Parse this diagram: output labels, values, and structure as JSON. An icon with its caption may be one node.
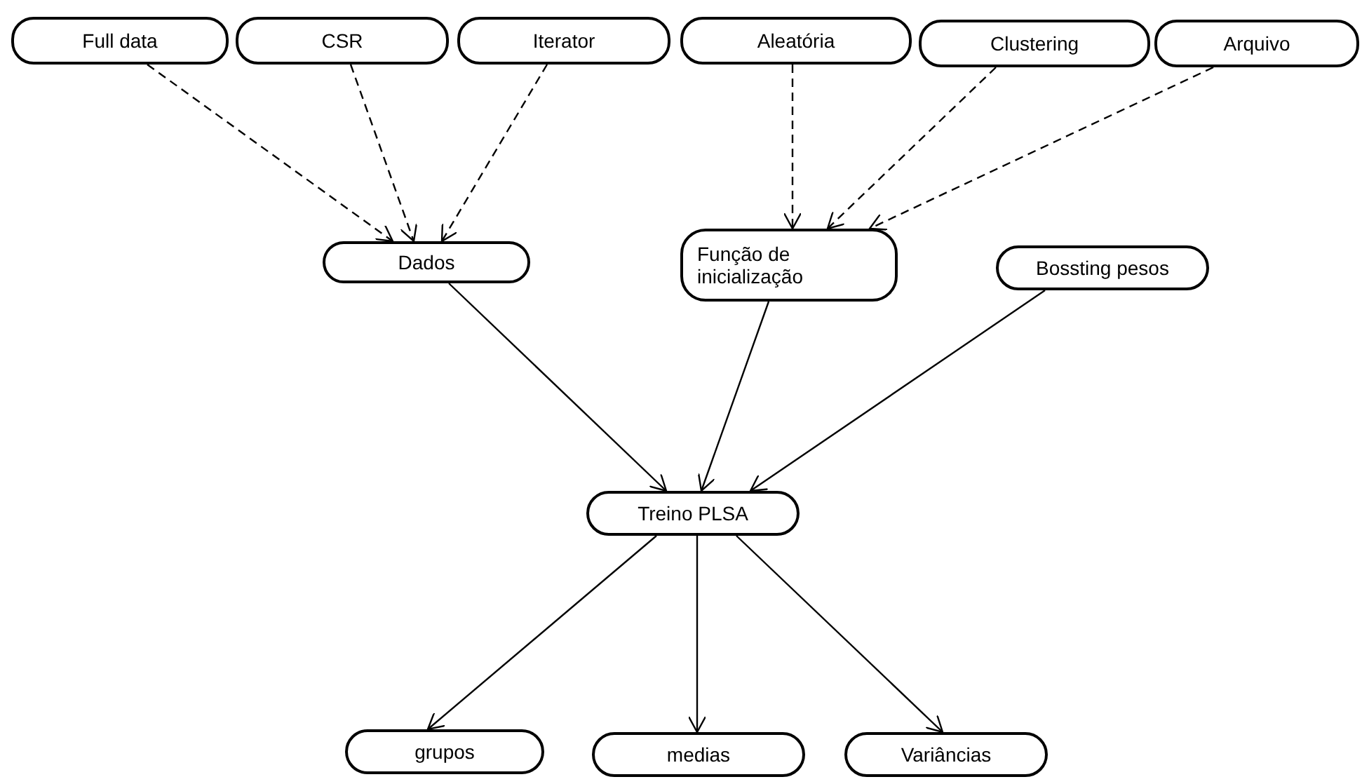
{
  "diagram": {
    "nodes": [
      {
        "text": [
          "Full data"
        ]
      },
      {
        "text": [
          "CSR"
        ]
      },
      {
        "text": [
          "Iterator"
        ]
      },
      {
        "text": [
          "Aleatória"
        ]
      },
      {
        "text": [
          "Clustering"
        ]
      },
      {
        "text": [
          "Arquivo"
        ]
      },
      {
        "text": [
          "Dados"
        ]
      },
      {
        "text": [
          "Função de inicialização"
        ]
      },
      {
        "text": [
          "Bossting pesos"
        ]
      },
      {
        "text": [
          "Treino PLSA"
        ]
      },
      {
        "text": [
          "grupos"
        ]
      },
      {
        "text": [
          "medias"
        ]
      },
      {
        "text": [
          "Variâncias"
        ]
      }
    ],
    "edges": [
      {
        "from": 0,
        "to": 6,
        "arrow": "to",
        "style": "dashed"
      },
      {
        "from": 1,
        "to": 6,
        "arrow": "to",
        "style": "dashed"
      },
      {
        "from": 2,
        "to": 6,
        "arrow": "to",
        "style": "dashed"
      },
      {
        "from": 3,
        "to": 7,
        "arrow": "to",
        "style": "dashed"
      },
      {
        "from": 4,
        "to": 7,
        "arrow": "to",
        "style": "dashed"
      },
      {
        "from": 5,
        "to": 7,
        "arrow": "to",
        "style": "dashed"
      },
      {
        "from": 6,
        "to": 9,
        "arrow": "to"
      },
      {
        "from": 7,
        "to": 9,
        "arrow": "to"
      },
      {
        "from": 8,
        "to": 9,
        "arrow": "to"
      },
      {
        "from": 9,
        "to": 10,
        "arrow": "to"
      },
      {
        "from": 9,
        "to": 11,
        "arrow": "to"
      },
      {
        "from": 9,
        "to": 12,
        "arrow": "to"
      }
    ]
  }
}
